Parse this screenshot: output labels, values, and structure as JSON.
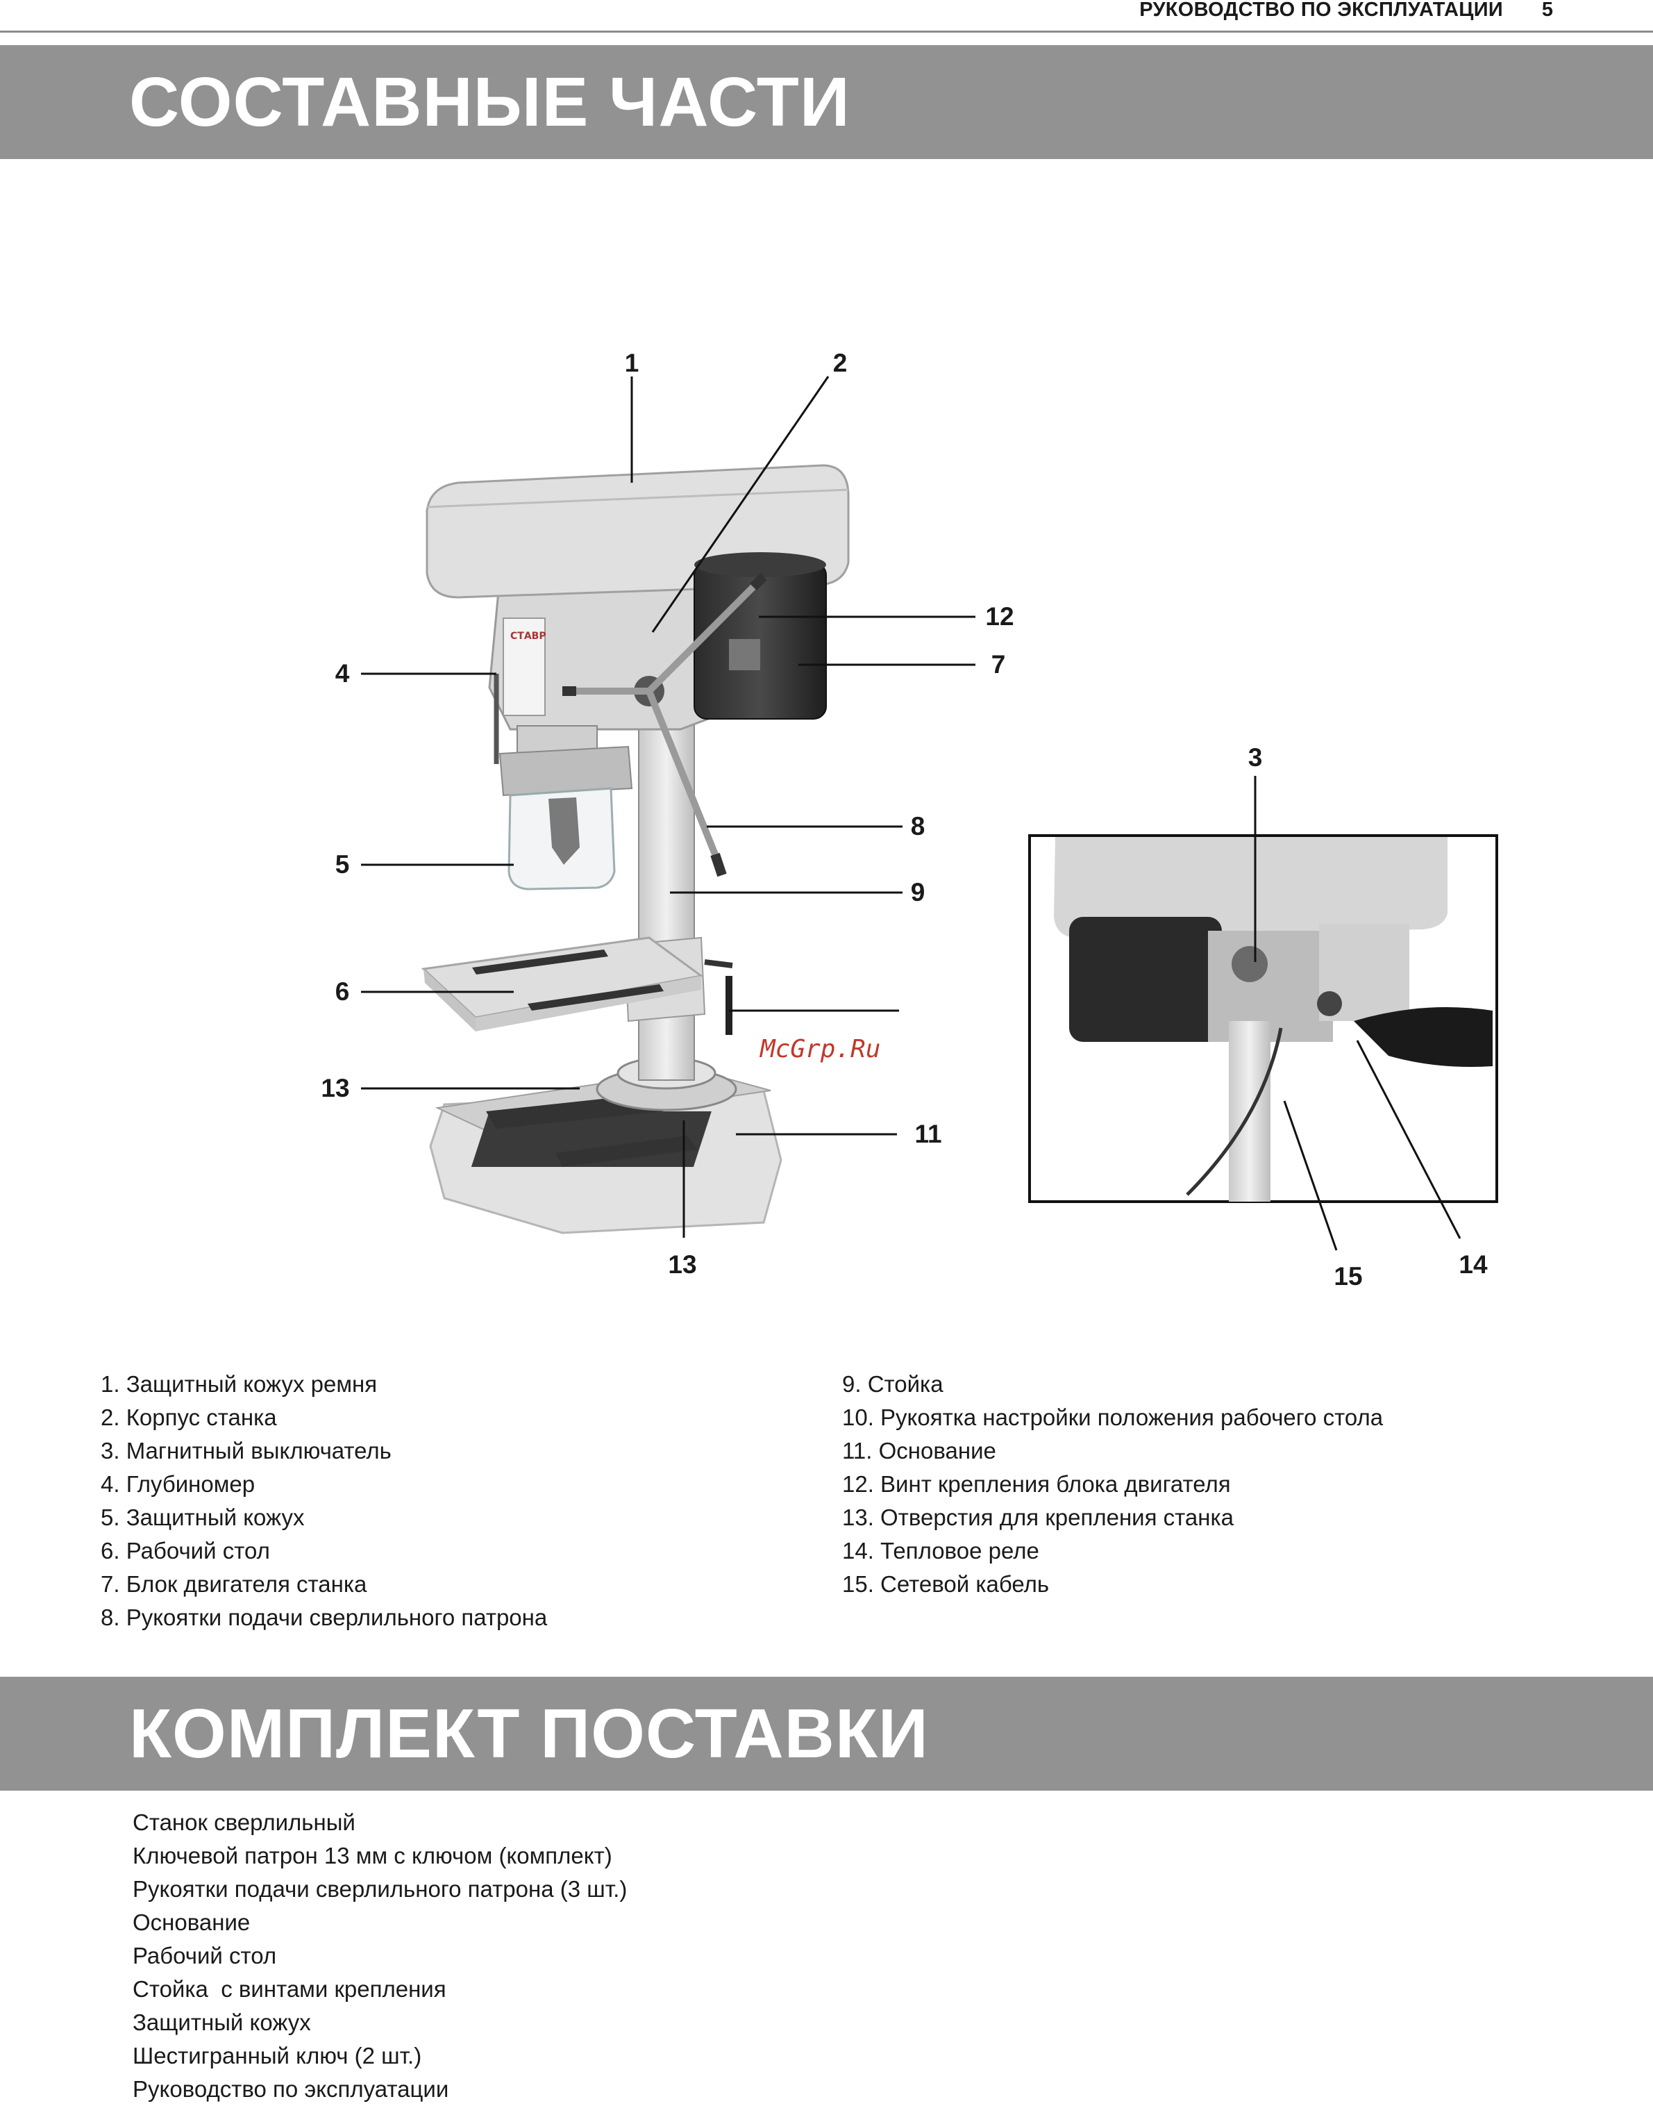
{
  "header": {
    "title": "РУКОВОДСТВО ПО ЭКСПЛУАТАЦИИ",
    "page_number": "5"
  },
  "section1": {
    "title": "СОСТАВНЫЕ ЧАСТИ"
  },
  "diagram": {
    "callouts": [
      "1",
      "2",
      "3",
      "4",
      "5",
      "6",
      "7",
      "8",
      "9",
      "11",
      "12",
      "13",
      "13",
      "14",
      "15"
    ],
    "machine_label": "СТАВР",
    "watermark": "McGrp.Ru"
  },
  "parts_left": [
    "1. Защитный кожух ремня",
    "2. Корпус станка",
    "3. Магнитный выключатель",
    "4. Глубиномер",
    "5. Защитный кожух",
    "6. Рабочий стол",
    "7. Блок двигателя станка",
    "8. Рукоятки подачи сверлильного патрона"
  ],
  "parts_right": [
    "9. Стойка",
    "10. Рукоятка настройки положения рабочего стола",
    "11. Основание",
    "12. Винт крепления блока двигателя",
    "13. Отверстия для крепления станка",
    "14. Тепловое реле",
    "15. Сетевой кабель"
  ],
  "section2": {
    "title": "КОМПЛЕКТ ПОСТАВКИ"
  },
  "kit": [
    "Станок сверлильный",
    "Ключевой патрон 13 мм с ключом (комплект)",
    "Рукоятки подачи сверлильного патрона (3 шт.)",
    "Основание",
    "Рабочий стол",
    "Стойка  с винтами крепления",
    "Защитный кожух",
    "Шестигранный ключ (2 шт.)",
    "Руководство по эксплуатации"
  ]
}
